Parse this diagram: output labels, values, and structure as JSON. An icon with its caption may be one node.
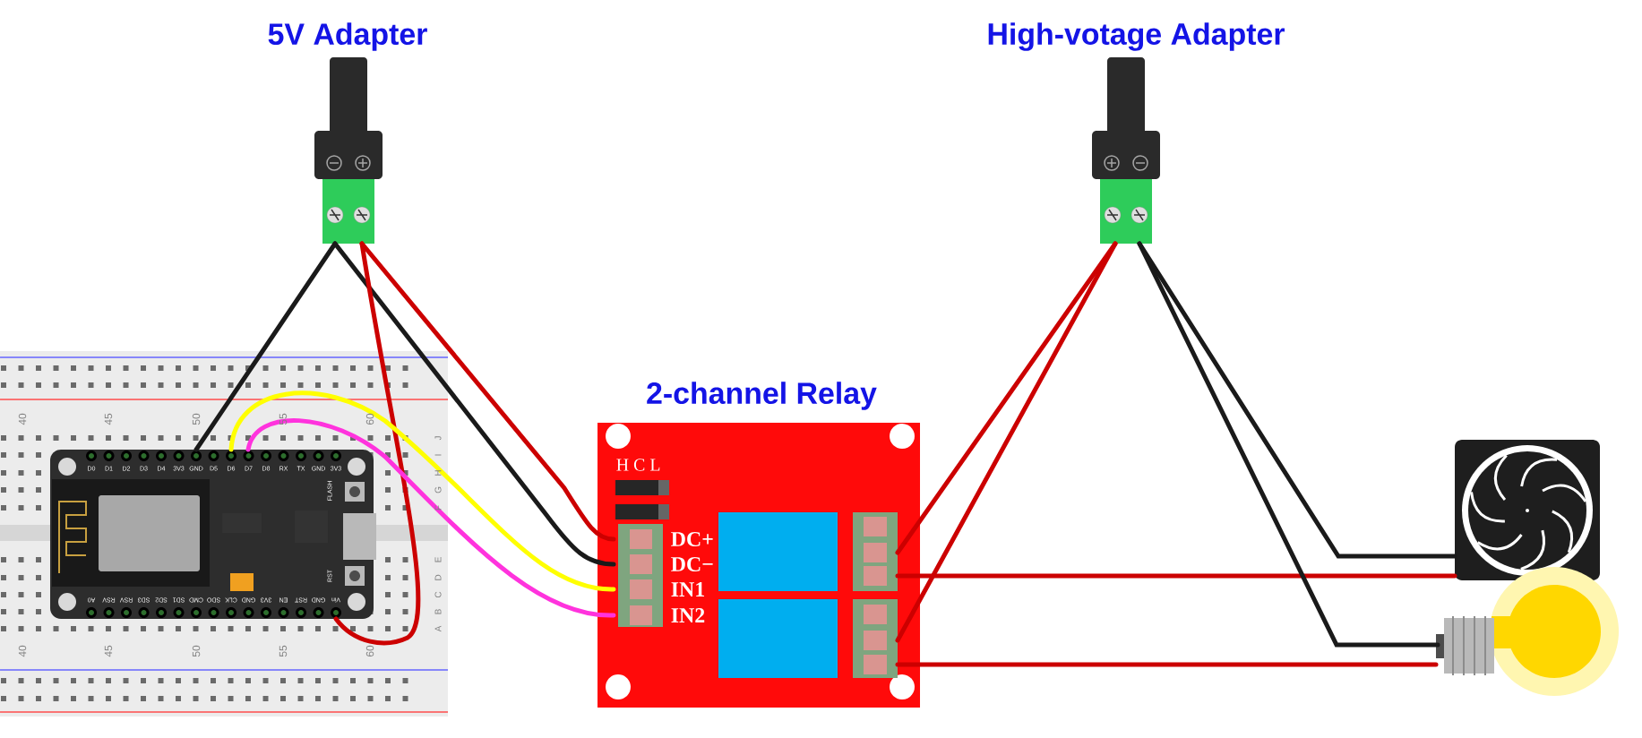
{
  "diagram": {
    "nodes": [
      {
        "text": [
          "5V Adapter"
        ]
      },
      {
        "text": [
          "High-votage Adapter"
        ]
      },
      {
        "text": [],
        "shape": "picture"
      },
      {
        "text": [],
        "shape": "picture",
        "in": 2
      },
      {
        "text": [
          "2-channel Relay"
        ]
      },
      {
        "text": [],
        "shape": "picture"
      },
      {
        "text": [],
        "shape": "picture"
      }
    ],
    "edges": [
      {
        "from": 0,
        "to": 3,
        "arrow": "none",
        "color": "#1a1a1a"
      },
      {
        "from": 0,
        "to": 4,
        "arrow": "none",
        "color": "#1a1a1a"
      },
      {
        "from": 0,
        "to": 4,
        "arrow": "none"
      },
      {
        "from": 0,
        "to": 3,
        "arrow": "none"
      },
      {
        "from": 3,
        "to": 4,
        "arrow": "none",
        "color": "#ffff00"
      },
      {
        "from": 3,
        "to": 4,
        "arrow": "none",
        "color": "#ff33dd"
      },
      {
        "from": 1,
        "to": 4,
        "arrow": "none"
      },
      {
        "from": 1,
        "to": 4,
        "arrow": "none"
      },
      {
        "from": 4,
        "to": 5,
        "arrow": "none"
      },
      {
        "from": 4,
        "to": 6,
        "arrow": "none"
      },
      {
        "from": 1,
        "to": 5,
        "arrow": "none",
        "color": "#1a1a1a"
      },
      {
        "from": 1,
        "to": 6,
        "arrow": "none",
        "color": "#1a1a1a"
      }
    ],
    "labels": [
      "40",
      "45",
      "50",
      "55",
      "60",
      "J",
      "I",
      "H",
      "G",
      "F",
      "E",
      "D",
      "C",
      "B",
      "A",
      "D0",
      "D1",
      "D2",
      "D3",
      "D4",
      "3V3",
      "GND",
      "D5",
      "D6",
      "D7",
      "D8",
      "RX",
      "TX",
      "GND",
      "3V3",
      "FLASH",
      "RST",
      "A0",
      "RSV",
      "RSV",
      "SD3",
      "SD2",
      "SD1",
      "CMD",
      "SDO",
      "CLK",
      "GND",
      "3V3",
      "EN",
      "RST",
      "GND",
      "Vin",
      "40",
      "45",
      "50",
      "55",
      "60",
      "H C L",
      "DC+",
      "DC−",
      "IN1",
      "IN2"
    ]
  }
}
